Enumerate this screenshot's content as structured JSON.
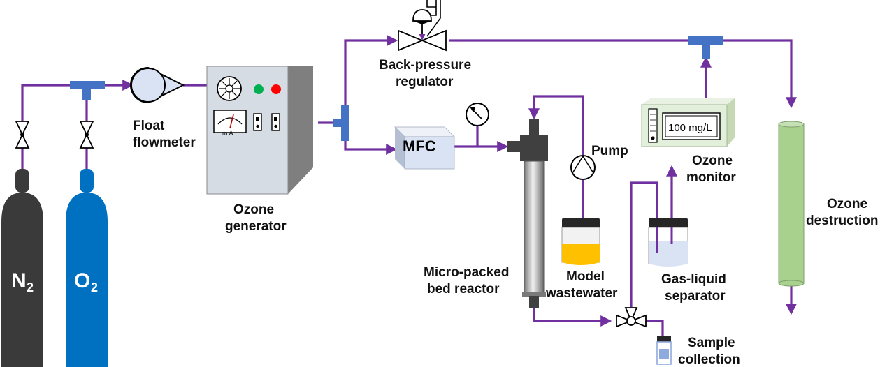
{
  "colors": {
    "pipe": "#7030a0",
    "tee": "#4472c4",
    "n2_cylinder": "#3a3a3a",
    "o2_cylinder": "#0070c0",
    "generator_face": "#d6dce4",
    "generator_side": "#7f7f7f",
    "tube_green": "#a9d18e",
    "wastewater": "#ffc000",
    "monitor_box": "#e2efda"
  },
  "labels": {
    "n2": "N",
    "n2_sub": "2",
    "o2": "O",
    "o2_sub": "2",
    "float_flowmeter_1": "Float",
    "float_flowmeter_2": "flowmeter",
    "ozone_generator_1": "Ozone",
    "ozone_generator_2": "generator",
    "generator_meter_unit": "m A",
    "back_pressure_1": "Back-pressure",
    "back_pressure_2": "regulator",
    "mfc": "MFC",
    "pump": "Pump",
    "reactor_1": "Micro-packed",
    "reactor_2": "bed reactor",
    "wastewater_1": "Model",
    "wastewater_2": "wastewater",
    "monitor_reading": "100 mg/L",
    "ozone_monitor_1": "Ozone",
    "ozone_monitor_2": "monitor",
    "separator_1": "Gas-liquid",
    "separator_2": "separator",
    "destruction_1": "Ozone",
    "destruction_2": "destruction",
    "sample_1": "Sample",
    "sample_2": "collection"
  }
}
